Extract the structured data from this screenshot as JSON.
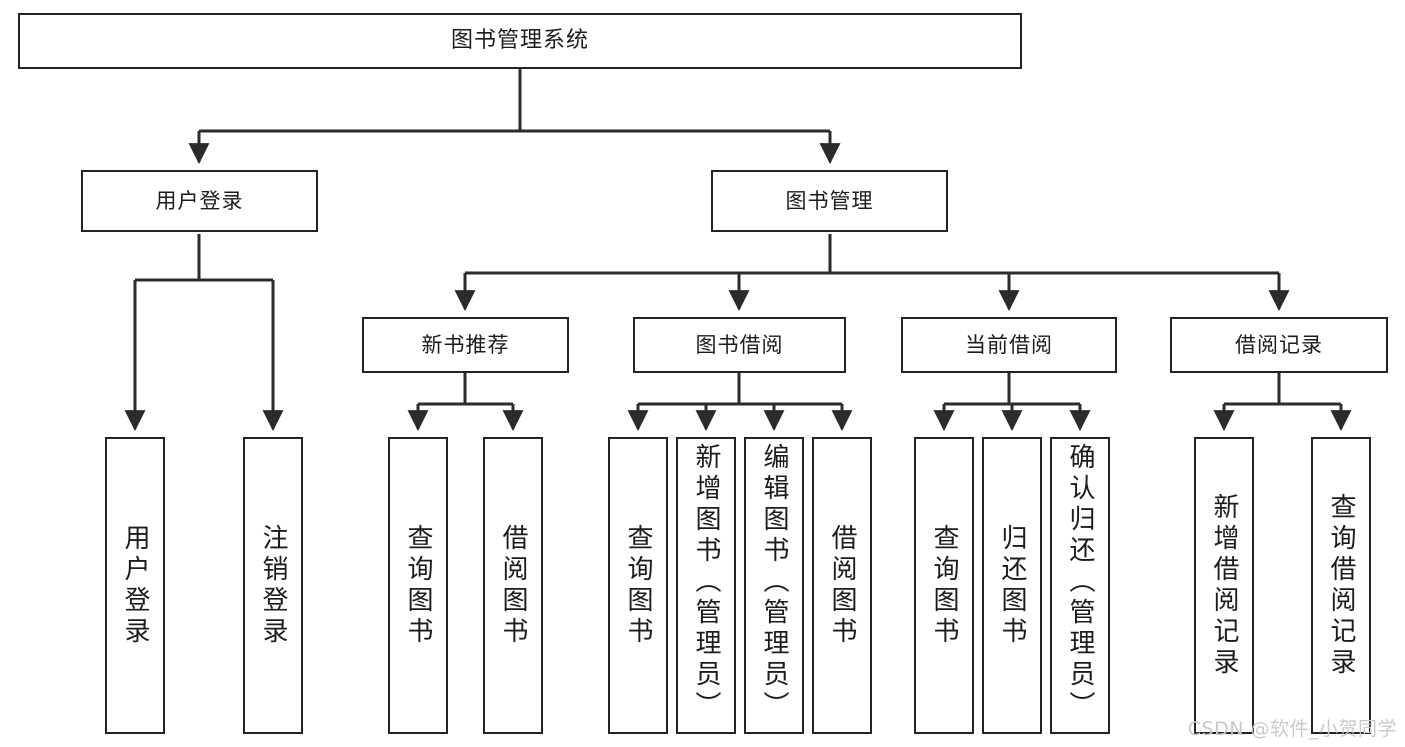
{
  "diagram": {
    "title": "图书管理系统",
    "type": "tree-hierarchy",
    "levels": 4,
    "root": {
      "id": "root",
      "label": "图书管理系统"
    },
    "level2": [
      {
        "id": "user-login",
        "label": "用户登录"
      },
      {
        "id": "book-manage",
        "label": "图书管理"
      }
    ],
    "level3": [
      {
        "id": "new-book-rec",
        "label": "新书推荐"
      },
      {
        "id": "book-borrow",
        "label": "图书借阅"
      },
      {
        "id": "current-borrow",
        "label": "当前借阅"
      },
      {
        "id": "borrow-record",
        "label": "借阅记录"
      }
    ],
    "leaves": {
      "user_login": [
        {
          "id": "leaf-user-login",
          "label": "用户登录"
        },
        {
          "id": "leaf-user-logout",
          "label": "注销登录"
        }
      ],
      "new_book_rec": [
        {
          "id": "leaf-query-book-1",
          "label": "查询图书"
        },
        {
          "id": "leaf-borrow-book-1",
          "label": "借阅图书"
        }
      ],
      "book_borrow": [
        {
          "id": "leaf-query-book-2",
          "label": "查询图书"
        },
        {
          "id": "leaf-add-book",
          "label": "新增图书（管理员）"
        },
        {
          "id": "leaf-edit-book",
          "label": "编辑图书（管理员）"
        },
        {
          "id": "leaf-borrow-book-2",
          "label": "借阅图书"
        }
      ],
      "current_borrow": [
        {
          "id": "leaf-query-book-3",
          "label": "查询图书"
        },
        {
          "id": "leaf-return-book",
          "label": "归还图书"
        },
        {
          "id": "leaf-confirm-return",
          "label": "确认归还（管理员）"
        }
      ],
      "borrow_record": [
        {
          "id": "leaf-add-record",
          "label": "新增借阅记录"
        },
        {
          "id": "leaf-query-record",
          "label": "查询借阅记录"
        }
      ]
    }
  },
  "watermark": {
    "text": "CSDN @软件_小贺同学"
  },
  "colors": {
    "box_border": "#232323",
    "box_fill": "#ffffff",
    "text": "#1c1c1c",
    "edge": "#2b2b2b",
    "watermark": "#c9c9c9",
    "background": "#ffffff"
  }
}
